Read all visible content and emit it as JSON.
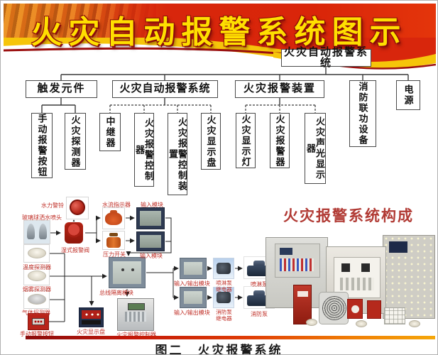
{
  "header": {
    "title": "火灾自动报警系统图示"
  },
  "tree": {
    "root": "火灾自动报警系统",
    "level2": {
      "trigger": "触发元件",
      "auto_system": "火灾自动报警系统",
      "alarm_device": "火灾报警装置",
      "linkage": "消防联功设备",
      "power": "电源"
    },
    "level3": {
      "manual_button": "手动报警按钮",
      "fire_detector": "火灾探测器",
      "repeater": "中继器",
      "alarm_controller": "火灾报警控制器",
      "alarm_control_device": "火灾报警控制装置",
      "fire_display_panel": "火灾显示盘",
      "fire_indicator_light": "火灾显示灯",
      "fire_alarm": "火灾报警器",
      "sound_light_display": "火灾声光显示器"
    }
  },
  "flow": {
    "section_title": "火灾报警系统构成",
    "labels": {
      "water_bell": "水力警铃",
      "sprinkler": "玻璃球洒水喷头",
      "wet_valve": "湿式报警阀",
      "flow_indicator": "水流指示器",
      "pressure_switch": "压力开关",
      "input_module": "输入模块",
      "bus_isolation_module": "总线隔离模块",
      "alarm_controller": "火灾报警控制器",
      "fire_display_panel": "火灾显示盘",
      "temp_detector": "温度探测器",
      "smoke_detector": "烟雾探测器",
      "gas_detector": "气体探测器",
      "manual_button": "手动报警按钮",
      "io_module": "输入/输出模块",
      "spray_pump_relay": "喷淋泵继电器",
      "fire_pump_relay": "消防泵继电器",
      "spray_pump": "喷淋泵",
      "fire_pump": "消防泵"
    }
  },
  "caption": "图二　火灾报警系统",
  "colors": {
    "banner_red": "#d8260c",
    "banner_yellow": "#ffdf00",
    "label_red": "#c03028",
    "section_title_red": "#b13a34"
  }
}
